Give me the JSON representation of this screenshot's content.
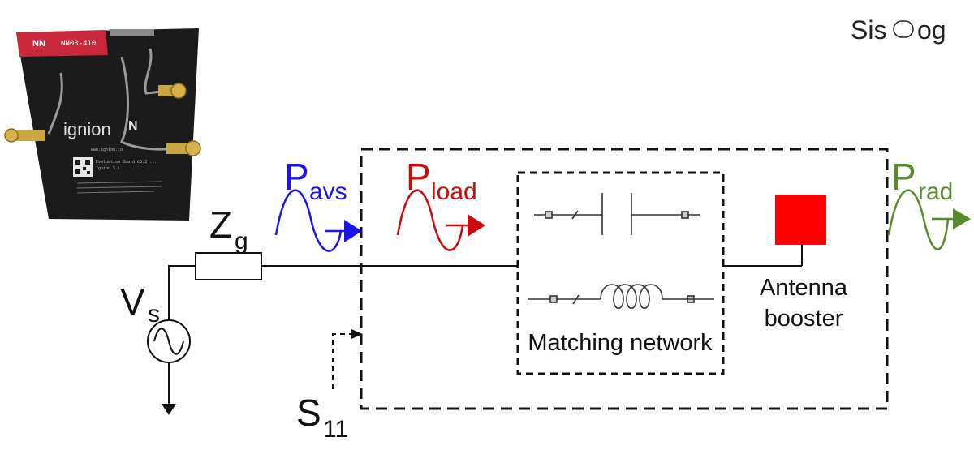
{
  "watermark": {
    "text": "Sis",
    "text2": "og"
  },
  "board": {
    "model_text": "NN03-410",
    "brand_text": "ignion",
    "website_text": "www.ignion.io",
    "eval_text": "Evaluation Board ©3.2 ...",
    "small_text": "Ignion S.L."
  },
  "labels": {
    "p_avs_main": "P",
    "p_avs_sub": "avs",
    "p_load_main": "P",
    "p_load_sub": "load",
    "p_rad_main": "P",
    "p_rad_sub": "rad",
    "z_main": "Z",
    "z_sub": "g",
    "v_main": "V",
    "v_sub": "s",
    "s_main": "S",
    "s_sub": "11",
    "matching_network": "Matching network",
    "antenna_line1": "Antenna",
    "antenna_line2": "booster"
  },
  "colors": {
    "p_avs": "#1a14e8",
    "p_load": "#cc0a0a",
    "p_rad": "#5a8a2e",
    "antenna_square": "#ff0000",
    "board": "#1b1b1b",
    "board_header": "#c8283a",
    "wire": "#111111"
  }
}
